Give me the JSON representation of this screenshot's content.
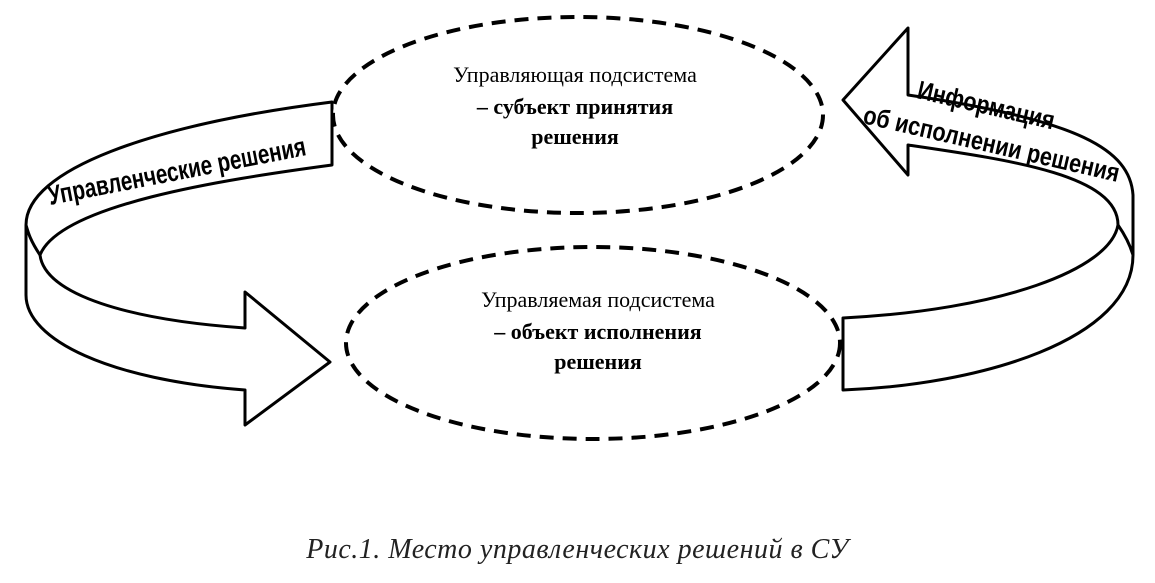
{
  "diagram": {
    "top_node": {
      "line1": "Управляющая подсистема",
      "line2": "–    субъект принятия",
      "line3": "решения"
    },
    "bottom_node": {
      "line1": "Управляемая подсистема",
      "line2": "–    объект исполнения",
      "line3": "решения"
    },
    "left_arrow_label": "Управленческие решения",
    "right_arrow_label_line1": "Информация",
    "right_arrow_label_line2": "об исполнении решения"
  },
  "caption": "Рис.1.  Место управленческих решений в СУ"
}
